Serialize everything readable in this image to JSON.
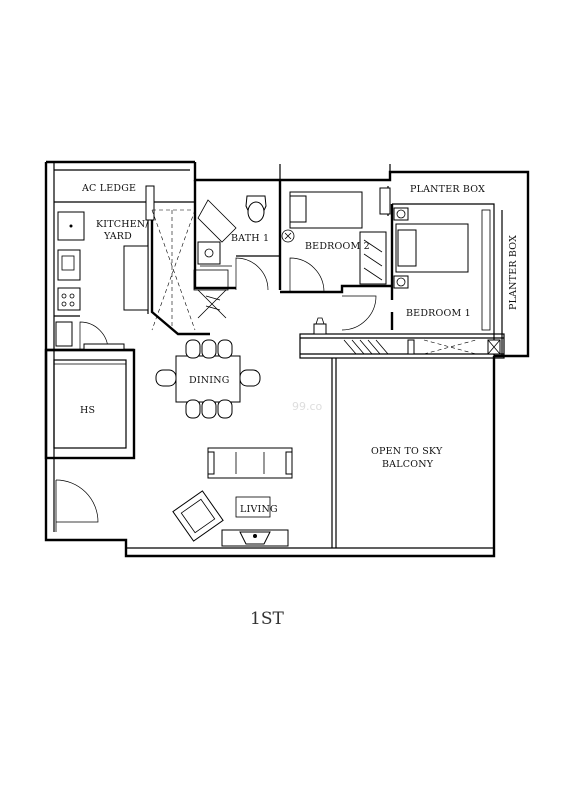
{
  "rooms": {
    "ac_ledge": "AC LEDGE",
    "kitchen_line1": "KITCHEN/",
    "kitchen_line2": "YARD",
    "bath1": "BATH 1",
    "bedroom2": "BEDROOM 2",
    "bedroom1": "BEDROOM 1",
    "planter_box_top": "PLANTER BOX",
    "planter_box_side": "PLANTER BOX",
    "dining": "DINING",
    "hs": "HS",
    "living": "LIVING",
    "balcony_line1": "OPEN TO SKY",
    "balcony_line2": "BALCONY"
  },
  "level_label": "1ST",
  "watermark": "99.co"
}
